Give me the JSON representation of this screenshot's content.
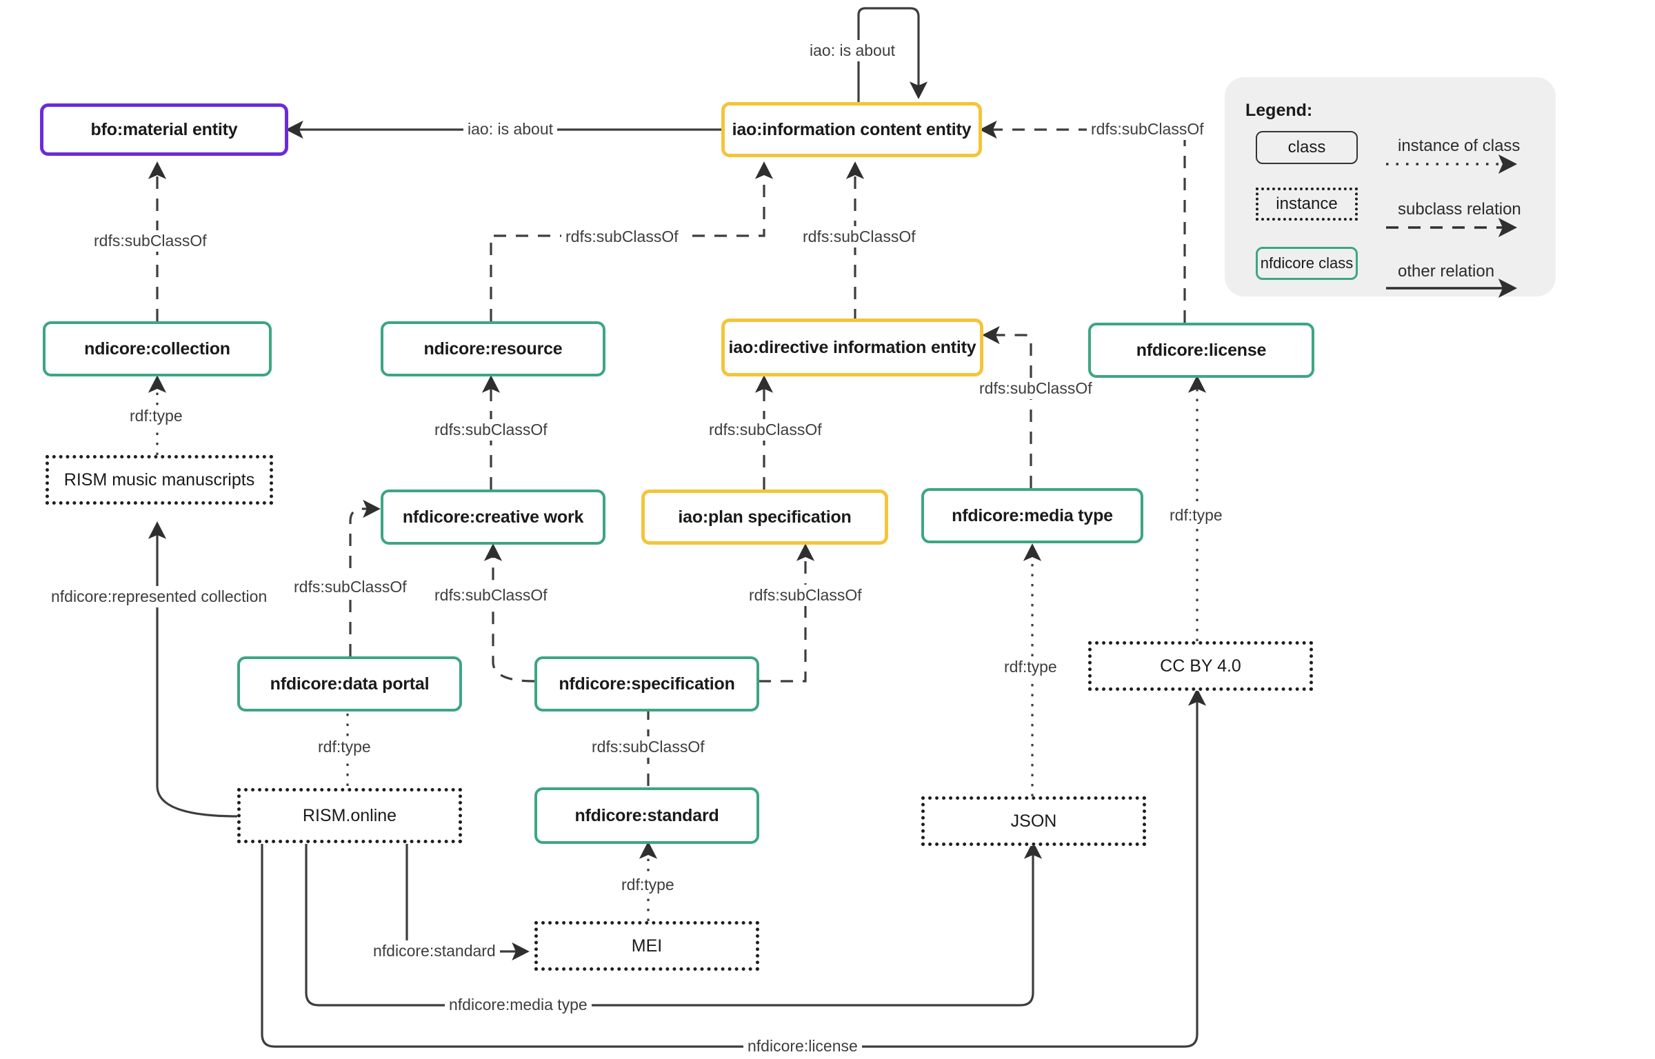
{
  "diagram": {
    "title": "NFDIcore ontology mapping diagram",
    "colors": {
      "bfo_class": "#6C2BD9",
      "iao_class": "#F5C43A",
      "nfdicore_class": "#3DA585",
      "instance": "#1f1f1f",
      "edge": "#3d3d3d",
      "legend_bg": "#efefef"
    },
    "nodes": [
      {
        "id": "bfo_material_entity",
        "label": "bfo:material entity",
        "kind": "bfo-class"
      },
      {
        "id": "iao_ice",
        "label": "iao:information content entity",
        "kind": "iao-class"
      },
      {
        "id": "ndicore_collection",
        "label": "ndicore:collection",
        "kind": "nfdicore-class"
      },
      {
        "id": "ndicore_resource",
        "label": "ndicore:resource",
        "kind": "nfdicore-class"
      },
      {
        "id": "iao_die",
        "label": "iao:directive information entity",
        "kind": "iao-class"
      },
      {
        "id": "nfdicore_license",
        "label": "nfdicore:license",
        "kind": "nfdicore-class"
      },
      {
        "id": "rism_music_manuscripts",
        "label": "RISM music manuscripts",
        "kind": "instance"
      },
      {
        "id": "nfdicore_creative_work",
        "label": "nfdicore:creative work",
        "kind": "nfdicore-class"
      },
      {
        "id": "iao_plan_spec",
        "label": "iao:plan specification",
        "kind": "iao-class"
      },
      {
        "id": "nfdicore_media_type",
        "label": "nfdicore:media type",
        "kind": "nfdicore-class"
      },
      {
        "id": "nfdicore_data_portal",
        "label": "nfdicore:data portal",
        "kind": "nfdicore-class"
      },
      {
        "id": "nfdicore_specification",
        "label": "nfdicore:specification",
        "kind": "nfdicore-class"
      },
      {
        "id": "cc_by_40",
        "label": "CC BY 4.0",
        "kind": "instance"
      },
      {
        "id": "rism_online",
        "label": "RISM.online",
        "kind": "instance"
      },
      {
        "id": "nfdicore_standard",
        "label": "nfdicore:standard",
        "kind": "nfdicore-class"
      },
      {
        "id": "json",
        "label": "JSON",
        "kind": "instance"
      },
      {
        "id": "mei",
        "label": "MEI",
        "kind": "instance"
      }
    ],
    "edges": [
      {
        "from": "iao_ice",
        "to": "iao_ice",
        "label": "iao: is about",
        "style": "solid"
      },
      {
        "from": "iao_ice",
        "to": "bfo_material_entity",
        "label": "iao: is about",
        "style": "solid"
      },
      {
        "from": "nfdicore_license",
        "to": "iao_ice",
        "label": "rdfs:subClassOf",
        "style": "dashed"
      },
      {
        "from": "ndicore_collection",
        "to": "bfo_material_entity",
        "label": "rdfs:subClassOf",
        "style": "dashed"
      },
      {
        "from": "ndicore_resource",
        "to": "iao_ice",
        "label": "rdfs:subClassOf",
        "style": "dashed"
      },
      {
        "from": "iao_die",
        "to": "iao_ice",
        "label": "rdfs:subClassOf",
        "style": "dashed"
      },
      {
        "from": "nfdicore_media_type",
        "to": "iao_die",
        "label": "rdfs:subClassOf",
        "style": "dashed"
      },
      {
        "from": "rism_music_manuscripts",
        "to": "ndicore_collection",
        "label": "rdf:type",
        "style": "dotted"
      },
      {
        "from": "nfdicore_creative_work",
        "to": "ndicore_resource",
        "label": "rdfs:subClassOf",
        "style": "dashed"
      },
      {
        "from": "iao_plan_spec",
        "to": "iao_die",
        "label": "rdfs:subClassOf",
        "style": "dashed"
      },
      {
        "from": "cc_by_40",
        "to": "nfdicore_license",
        "label": "rdf:type",
        "style": "dotted"
      },
      {
        "from": "rism_online",
        "to": "rism_music_manuscripts",
        "label": "nfdicore:represented collection",
        "style": "solid"
      },
      {
        "from": "nfdicore_data_portal",
        "to": "nfdicore_creative_work",
        "label": "rdfs:subClassOf",
        "style": "dashed"
      },
      {
        "from": "nfdicore_specification",
        "to": "nfdicore_creative_work",
        "label": "rdfs:subClassOf",
        "style": "dashed"
      },
      {
        "from": "nfdicore_specification",
        "to": "iao_plan_spec",
        "label": "rdfs:subClassOf",
        "style": "dashed"
      },
      {
        "from": "json",
        "to": "nfdicore_media_type",
        "label": "rdf:type",
        "style": "dotted"
      },
      {
        "from": "rism_online",
        "to": "nfdicore_data_portal",
        "label": "rdf:type",
        "style": "dotted"
      },
      {
        "from": "nfdicore_standard",
        "to": "nfdicore_specification",
        "label": "rdfs:subClassOf",
        "style": "dashed"
      },
      {
        "from": "mei",
        "to": "nfdicore_standard",
        "label": "rdf:type",
        "style": "dotted"
      },
      {
        "from": "rism_online",
        "to": "mei",
        "label": "nfdicore:standard",
        "style": "solid"
      },
      {
        "from": "rism_online",
        "to": "json",
        "label": "nfdicore:media type",
        "style": "solid"
      },
      {
        "from": "rism_online",
        "to": "cc_by_40",
        "label": "nfdicore:license",
        "style": "solid"
      }
    ]
  },
  "legend": {
    "title": "Legend:",
    "shapes": [
      {
        "label": "class",
        "kind": "class"
      },
      {
        "label": "instance",
        "kind": "instance"
      },
      {
        "label": "nfdicore class",
        "kind": "nfdicore"
      }
    ],
    "relations": [
      {
        "label": "instance of class",
        "style": "dotted"
      },
      {
        "label": "subclass relation",
        "style": "dashed"
      },
      {
        "label": "other relation",
        "style": "solid"
      }
    ]
  },
  "edge_labels": {
    "is_about_self": "iao: is about",
    "is_about_bfo": "iao: is about",
    "license_sub_ice": "rdfs:subClassOf",
    "collection_sub_bfo": "rdfs:subClassOf",
    "resource_sub_ice": "rdfs:subClassOf",
    "die_sub_ice": "rdfs:subClassOf",
    "mediatype_sub_die": "rdfs:subClassOf",
    "rism_mm_type": "rdf:type",
    "creativework_sub_resource": "rdfs:subClassOf",
    "planspec_sub_die": "rdfs:subClassOf",
    "ccby_type": "rdf:type",
    "represented_collection": "nfdicore:represented collection",
    "portal_sub_creativework": "rdfs:subClassOf",
    "spec_sub_creativework": "rdfs:subClassOf",
    "spec_sub_planspec": "rdfs:subClassOf",
    "json_type": "rdf:type",
    "rismonline_type": "rdf:type",
    "standard_sub_spec": "rdfs:subClassOf",
    "mei_type": "rdf:type",
    "nfdicore_standard": "nfdicore:standard",
    "nfdicore_media_type": "nfdicore:media type",
    "nfdicore_license": "nfdicore:license"
  }
}
